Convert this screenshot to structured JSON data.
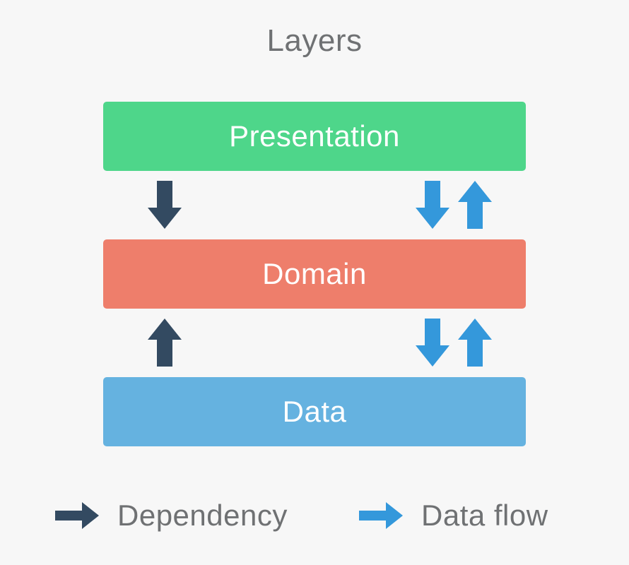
{
  "diagram": {
    "title": "Layers",
    "background_color": "#f7f7f7",
    "title_color": "#6f7173",
    "layers": [
      {
        "id": "presentation",
        "label": "Presentation",
        "color": "#4ed68a",
        "label_color": "#ffffff"
      },
      {
        "id": "domain",
        "label": "Domain",
        "color": "#ee7e6b",
        "label_color": "#ffffff"
      },
      {
        "id": "data",
        "label": "Data",
        "color": "#65b2e0",
        "label_color": "#ffffff"
      }
    ],
    "connectors": [
      {
        "id": "presentation-to-domain-dependency",
        "icon": "arrow-down-icon",
        "direction": "down",
        "kind": "dependency",
        "color": "#334a61",
        "from": "Presentation",
        "to": "Domain"
      },
      {
        "id": "presentation-domain-dataflow-down",
        "icon": "arrow-down-icon",
        "direction": "down",
        "kind": "data-flow",
        "color": "#3498db",
        "from": "Presentation",
        "to": "Domain"
      },
      {
        "id": "presentation-domain-dataflow-up",
        "icon": "arrow-up-icon",
        "direction": "up",
        "kind": "data-flow",
        "color": "#3498db",
        "from": "Domain",
        "to": "Presentation"
      },
      {
        "id": "data-to-domain-dependency",
        "icon": "arrow-up-icon",
        "direction": "up",
        "kind": "dependency",
        "color": "#334a61",
        "from": "Data",
        "to": "Domain"
      },
      {
        "id": "domain-data-dataflow-down",
        "icon": "arrow-down-icon",
        "direction": "down",
        "kind": "data-flow",
        "color": "#3498db",
        "from": "Domain",
        "to": "Data"
      },
      {
        "id": "domain-data-dataflow-up",
        "icon": "arrow-up-icon",
        "direction": "up",
        "kind": "data-flow",
        "color": "#3498db",
        "from": "Data",
        "to": "Domain"
      }
    ],
    "legend": {
      "items": [
        {
          "id": "dependency",
          "label": "Dependency",
          "color": "#334a61",
          "icon": "arrow-right-icon"
        },
        {
          "id": "dataflow",
          "label": "Data flow",
          "color": "#3498db",
          "icon": "arrow-right-icon"
        }
      ],
      "label_color": "#6f7173"
    }
  }
}
